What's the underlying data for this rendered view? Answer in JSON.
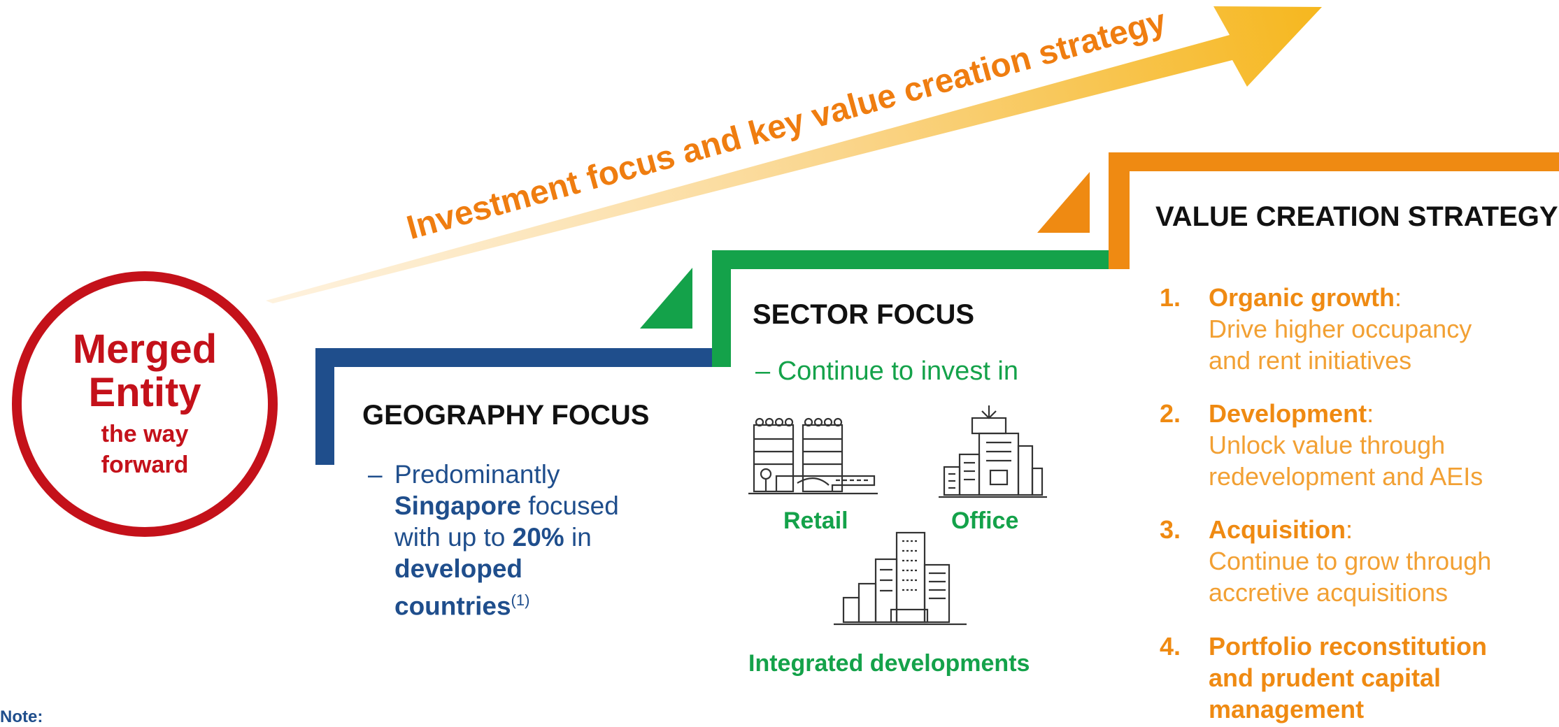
{
  "colors": {
    "red": "#c4111a",
    "navy": "#1f4e8c",
    "green": "#14a24a",
    "orange": "#ef8a12",
    "arrow_gold": "#f6b71e"
  },
  "arrow": {
    "title": "Investment focus and key value creation strategy"
  },
  "merged_entity": {
    "title_line1": "Merged",
    "title_line2": "Entity",
    "sub_line1": "the way",
    "sub_line2": "forward"
  },
  "geography": {
    "heading": "GEOGRAPHY FOCUS",
    "dash": "–",
    "line1": "Predominantly",
    "singapore": "Singapore",
    "focused": " focused",
    "with_up_to": "with up to ",
    "percent": "20%",
    "in": " in",
    "developed": "developed",
    "countries": "countries",
    "footnote": "(1)"
  },
  "sector": {
    "heading": "SECTOR FOCUS",
    "subtitle": "– Continue to invest in",
    "items": [
      {
        "label": "Retail",
        "icon": "retail-building-icon"
      },
      {
        "label": "Office",
        "icon": "office-tower-icon"
      },
      {
        "label": "Integrated developments",
        "icon": "integrated-developments-icon"
      }
    ]
  },
  "value_creation": {
    "heading": "VALUE CREATION STRATEGY",
    "items": [
      {
        "num": "1.",
        "title": "Organic growth",
        "colon": ":",
        "desc": [
          "Drive higher occupancy",
          "and rent initiatives"
        ]
      },
      {
        "num": "2.",
        "title": "Development",
        "colon": ":",
        "desc": [
          "Unlock value through",
          "redevelopment and AEIs"
        ]
      },
      {
        "num": "3.",
        "title": "Acquisition",
        "colon": ":",
        "desc": [
          "Continue to grow through",
          "accretive acquisitions"
        ]
      },
      {
        "num": "4.",
        "title_lines": [
          "Portfolio reconstitution",
          "and prudent capital",
          "management"
        ]
      }
    ]
  },
  "note": "Note:"
}
